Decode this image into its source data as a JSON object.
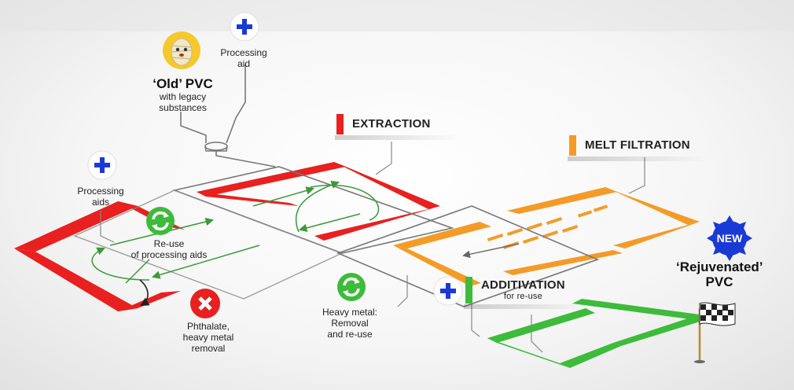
{
  "labels": {
    "processing_aid_top": [
      "Processing",
      "aid"
    ],
    "old_pvc_title": "‘Old’ PVC",
    "old_pvc_sub": [
      "with legacy",
      "substances"
    ],
    "processing_aids_left": [
      "Processing",
      "aids"
    ],
    "reuse_aids": [
      "Re-use",
      "of processing aids"
    ],
    "phthalate": [
      "Phthalate,",
      "heavy metal",
      "removal"
    ],
    "heavy_metal": [
      "Heavy metal:",
      "Removal",
      "and re-use"
    ],
    "rejuvenated": [
      "‘Rejuvenated’",
      "PVC"
    ],
    "new_badge": "NEW"
  },
  "stages": {
    "extraction": "EXTRACTION",
    "melt_filtration": "MELT FILTRATION",
    "additivation": "ADDITIVATION",
    "additivation_sub": "for re-use"
  },
  "colors": {
    "red": "#e8201f",
    "orange": "#f49b27",
    "green": "#3dbb3a",
    "blue": "#1a3ad6",
    "grey_line": "#7a7a7a"
  },
  "icons": [
    "plus-icon",
    "recycle-icon",
    "cross-icon",
    "old-pvc-icon",
    "new-badge-icon",
    "checkered-flag-icon"
  ]
}
